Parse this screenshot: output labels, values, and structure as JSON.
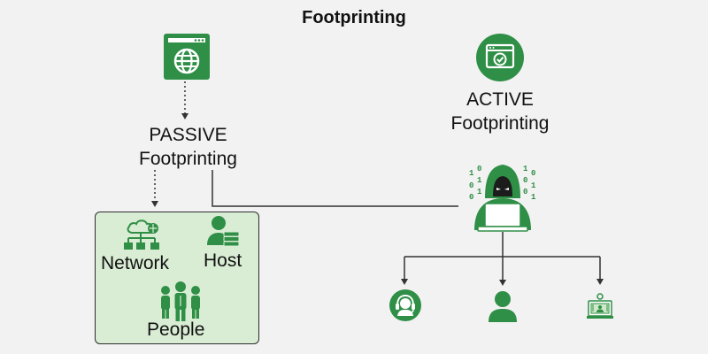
{
  "diagram": {
    "title": "Footprinting",
    "passive": {
      "line1": "PASSIVE",
      "line2": "Footprinting"
    },
    "active": {
      "line1": "ACTIVE",
      "line2": "Footprinting"
    },
    "passive_items": {
      "network": "Network",
      "host": "Host",
      "people": "People"
    },
    "hacker_binary": [
      "0",
      "1",
      "0",
      "1",
      "0",
      "1",
      "1",
      "0",
      "1",
      "0",
      "1",
      "0"
    ]
  },
  "icons": {
    "passive": "web-browser-globe-icon",
    "active": "browser-check-icon",
    "network": "network-cloud-icon",
    "host": "host-server-user-icon",
    "people": "people-group-icon",
    "hacker": "hacker-laptop-icon",
    "support": "headset-support-icon",
    "user": "user-icon",
    "workstation": "computer-workstation-icon"
  },
  "colors": {
    "accent": "#2f8f46",
    "box_fill": "#d9ecd4",
    "background": "#f2f2f2"
  }
}
